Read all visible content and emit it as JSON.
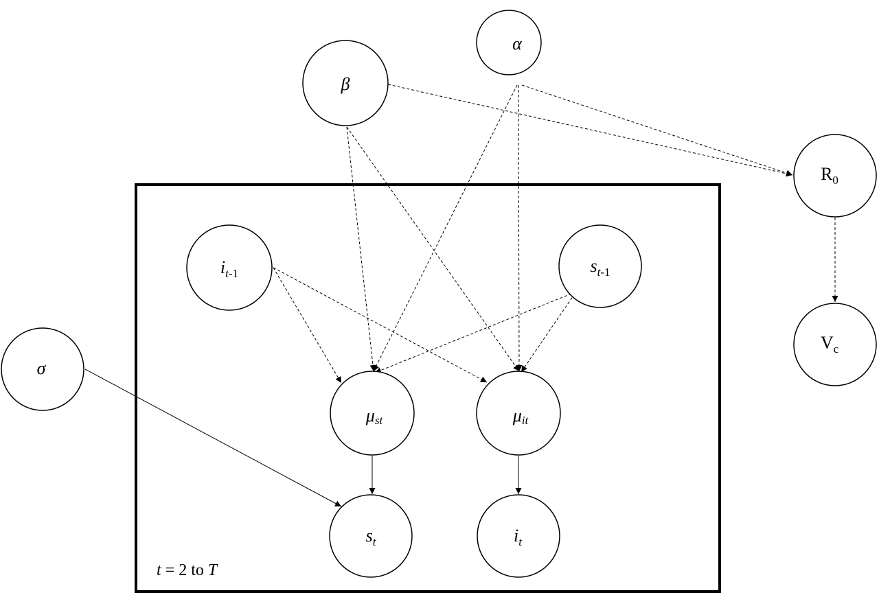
{
  "nodes": {
    "alpha": {
      "text": "α",
      "sub": "",
      "italic": true
    },
    "beta": {
      "text": "β",
      "sub": "",
      "italic": true
    },
    "r0": {
      "text": "R",
      "sub": "0",
      "italic": false
    },
    "vc": {
      "text": "V",
      "sub": "c",
      "italic": false
    },
    "sigma": {
      "text": "σ",
      "sub": "",
      "italic": true
    },
    "i_prev": {
      "text": "i",
      "sub": "t",
      "sub2": "-1"
    },
    "s_prev": {
      "text": "s",
      "sub": "t",
      "sub2": "-1"
    },
    "mu_s": {
      "text": "μ",
      "sub": "st"
    },
    "mu_i": {
      "text": "μ",
      "sub": "it"
    },
    "s_t": {
      "text": "s",
      "sub": "t"
    },
    "i_t": {
      "text": "i",
      "sub": "t"
    }
  },
  "plate": {
    "label_t": "t",
    "label_mid": " = 2 to ",
    "label_T": "T"
  },
  "colors": {
    "stroke": "#000000",
    "background": "#ffffff"
  }
}
